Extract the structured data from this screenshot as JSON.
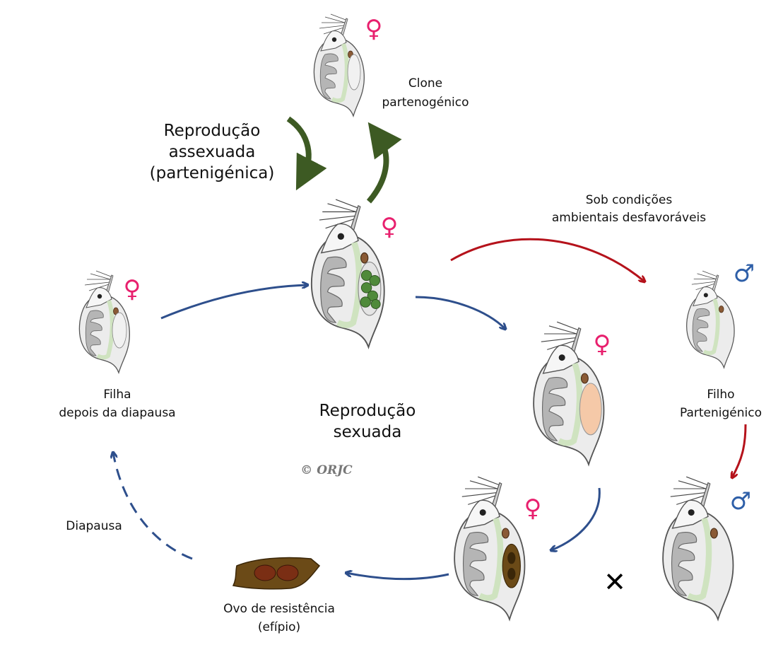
{
  "labels": {
    "clone": [
      "Clone",
      "partenogénico"
    ],
    "asexual": [
      "Reprodução",
      "assexuada",
      "(partenigénica)"
    ],
    "conditions": [
      "Sob condições",
      "ambientais desfavoráveis"
    ],
    "daughter": [
      "Filha",
      "depois da diapausa"
    ],
    "sexual": [
      "Reprodução",
      "sexuada"
    ],
    "son": [
      "Filho",
      "Partenigénico"
    ],
    "diapause": "Diapausa",
    "egg": [
      "Ovo de resistência",
      "(efípio)"
    ],
    "copyright": "© ORJC",
    "female_symbol": "♀",
    "male_symbol": "♂",
    "cross": "✕"
  },
  "colors": {
    "female": "#e8206e",
    "male": "#2e5fa8",
    "asexual_arrow": "#3d5a23",
    "sexual_arrow": "#2e4f8c",
    "unfavorable_arrow": "#b5121b",
    "green_eggs": "#4f8a3a",
    "peach_ovary": "#f5c9a8",
    "ephippium": "#6b4a17"
  }
}
